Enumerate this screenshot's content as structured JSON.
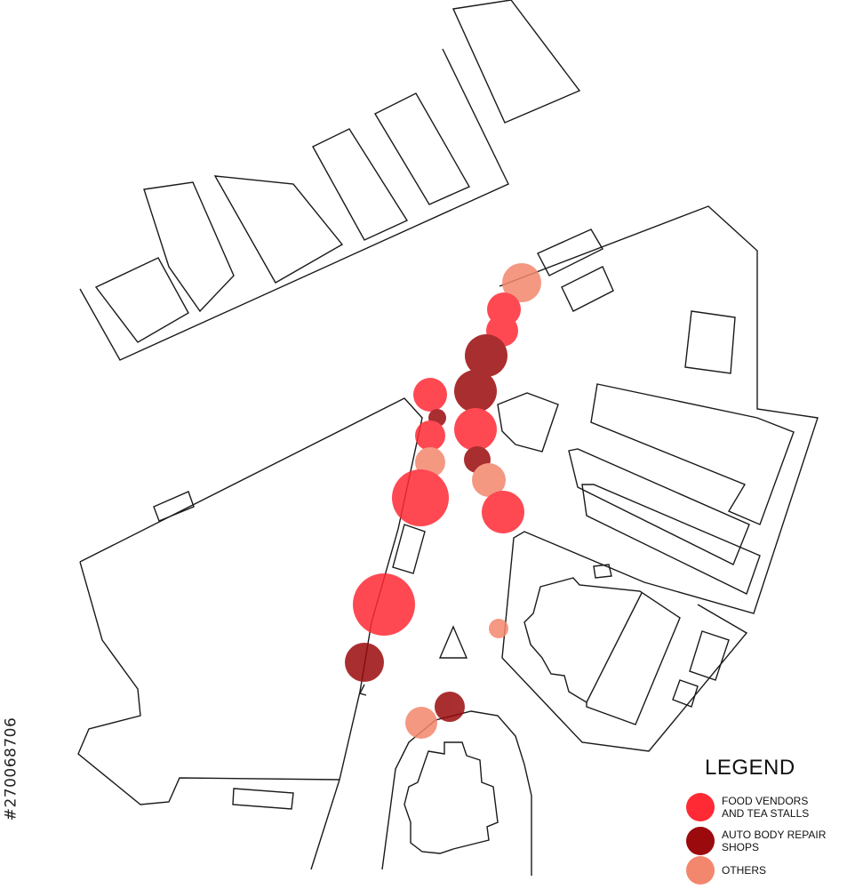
{
  "legend": {
    "title": "LEGEND",
    "items": [
      {
        "label": "FOOD VENDORS\nAND TEA STALLS",
        "color": "#ff2a34"
      },
      {
        "label": "AUTO BODY  REPAIR\n  SHOPS",
        "color": "#9b0a0d"
      },
      {
        "label": "OTHERS",
        "color": "#f3876d"
      }
    ]
  },
  "stock_id": "#270068706",
  "markers_note": "",
  "colors": {
    "food": "#ff2a34",
    "auto": "#9b0a0d",
    "others": "#f3876d",
    "line": "#1a1a1a"
  }
}
